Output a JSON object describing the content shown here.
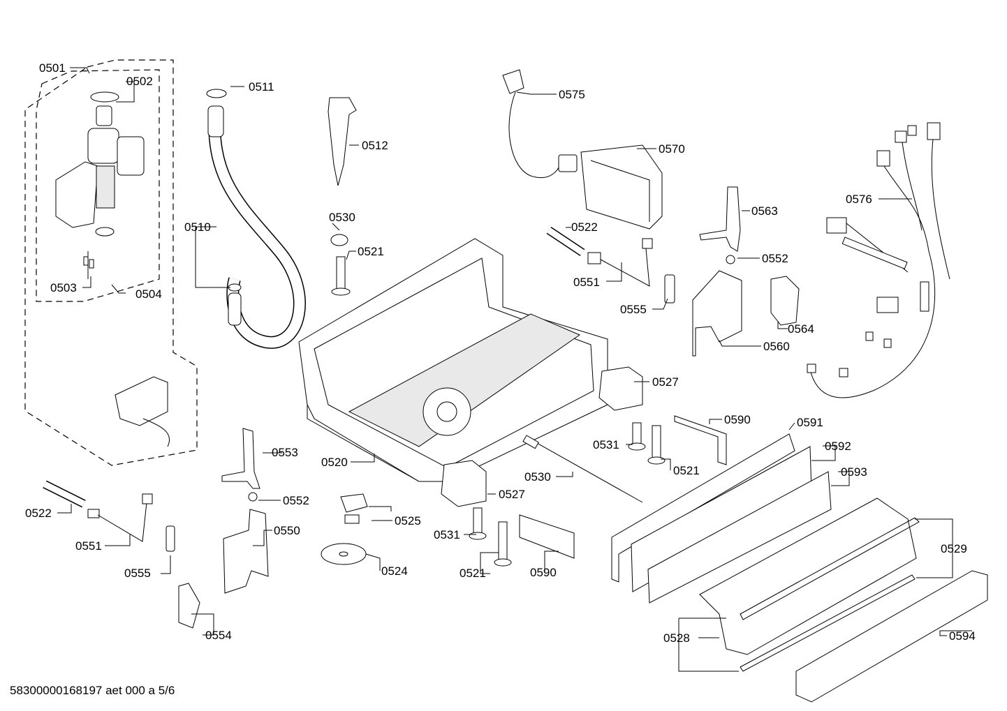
{
  "diagram": {
    "labels": {
      "p0501": "0501",
      "p0502": "0502",
      "p0503": "0503",
      "p0504": "0504",
      "p0510": "0510",
      "p0511": "0511",
      "p0512": "0512",
      "p0520": "0520",
      "p0521a": "0521",
      "p0521b": "0521",
      "p0521c": "0521",
      "p0522a": "0522",
      "p0522b": "0522",
      "p0524": "0524",
      "p0525": "0525",
      "p0527a": "0527",
      "p0527b": "0527",
      "p0528": "0528",
      "p0529": "0529",
      "p0530a": "0530",
      "p0530b": "0530",
      "p0531a": "0531",
      "p0531b": "0531",
      "p0550": "0550",
      "p0551a": "0551",
      "p0551b": "0551",
      "p0552a": "0552",
      "p0552b": "0552",
      "p0553": "0553",
      "p0554": "0554",
      "p0555a": "0555",
      "p0555b": "0555",
      "p0560": "0560",
      "p0563": "0563",
      "p0564": "0564",
      "p0570": "0570",
      "p0575": "0575",
      "p0576": "0576",
      "p0590a": "0590",
      "p0590b": "0590",
      "p0591": "0591",
      "p0592": "0592",
      "p0593": "0593",
      "p0594": "0594"
    }
  },
  "footer": {
    "text": "58300000168197 aet 000 a 5/6"
  }
}
